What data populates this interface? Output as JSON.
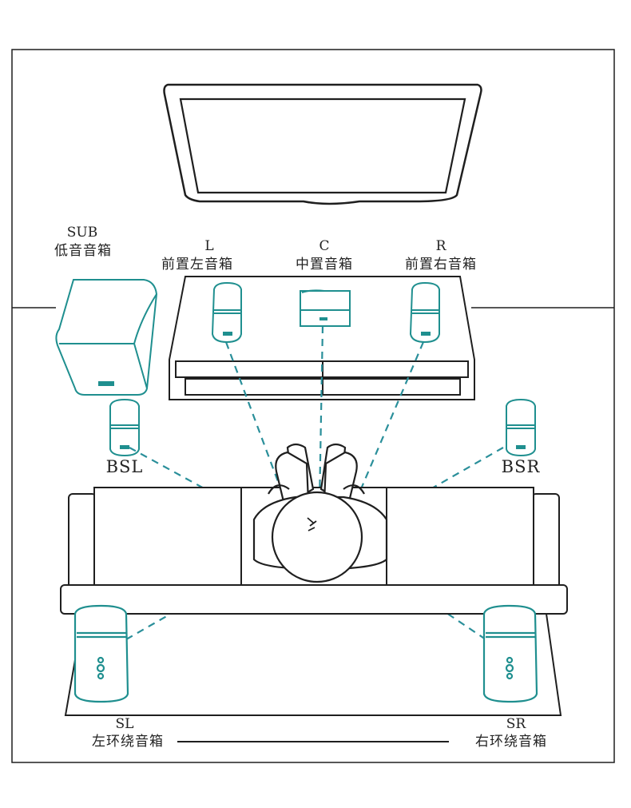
{
  "colors": {
    "line": "#1f1f1f",
    "speaker": "#1f8f8f",
    "dash": "#2a8f9a",
    "background": "#ffffff"
  },
  "labels": {
    "sub": {
      "code": "SUB",
      "name": "低音音箱"
    },
    "front_left": {
      "code": "L",
      "name": "前置左音箱"
    },
    "center": {
      "code": "C",
      "name": "中置音箱"
    },
    "front_right": {
      "code": "R",
      "name": "前置右音箱"
    },
    "back_left": {
      "code": "BSL"
    },
    "back_right": {
      "code": "BSR"
    },
    "surround_left": {
      "code": "SL",
      "name": "左环绕音箱"
    },
    "surround_right": {
      "code": "SR",
      "name": "右环绕音箱"
    }
  },
  "icons": [
    "tv-icon",
    "subwoofer-icon",
    "speaker-icon",
    "center-speaker-icon",
    "tower-speaker-icon",
    "listener-icon",
    "sofa-icon",
    "tv-cabinet-icon"
  ]
}
